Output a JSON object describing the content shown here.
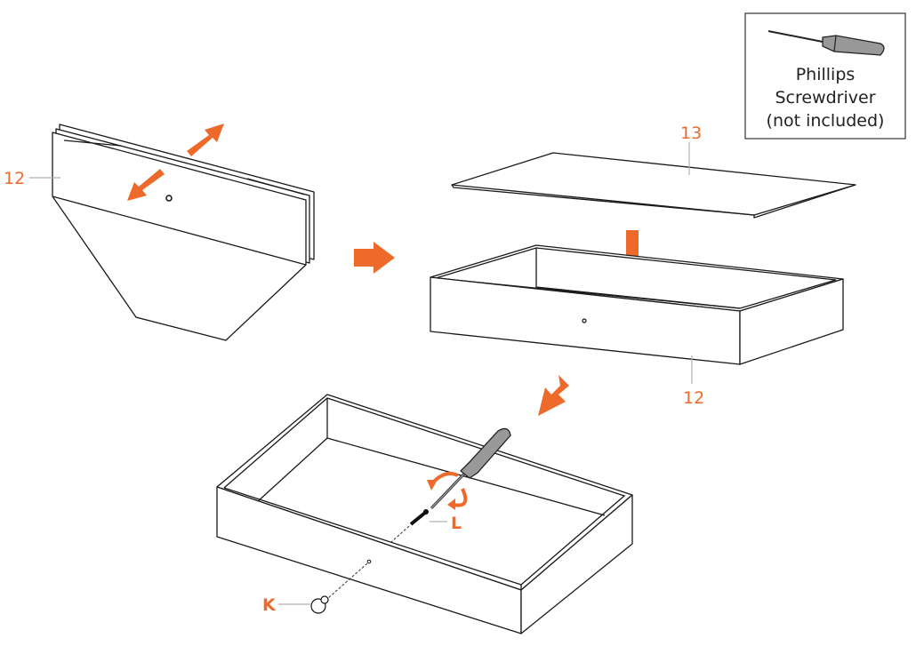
{
  "tool_box": {
    "line1": "Phillips",
    "line2": "Screwdriver",
    "line3": "(not included)",
    "icon": "screwdriver-icon"
  },
  "labels": {
    "panel_12_top": "12",
    "board_13": "13",
    "drawer_12": "12",
    "screw_L": "L",
    "knob_K": "K"
  },
  "colors": {
    "accent": "#ee6a2b",
    "line": "#1a1a1a",
    "leader": "#b0b0b0"
  }
}
